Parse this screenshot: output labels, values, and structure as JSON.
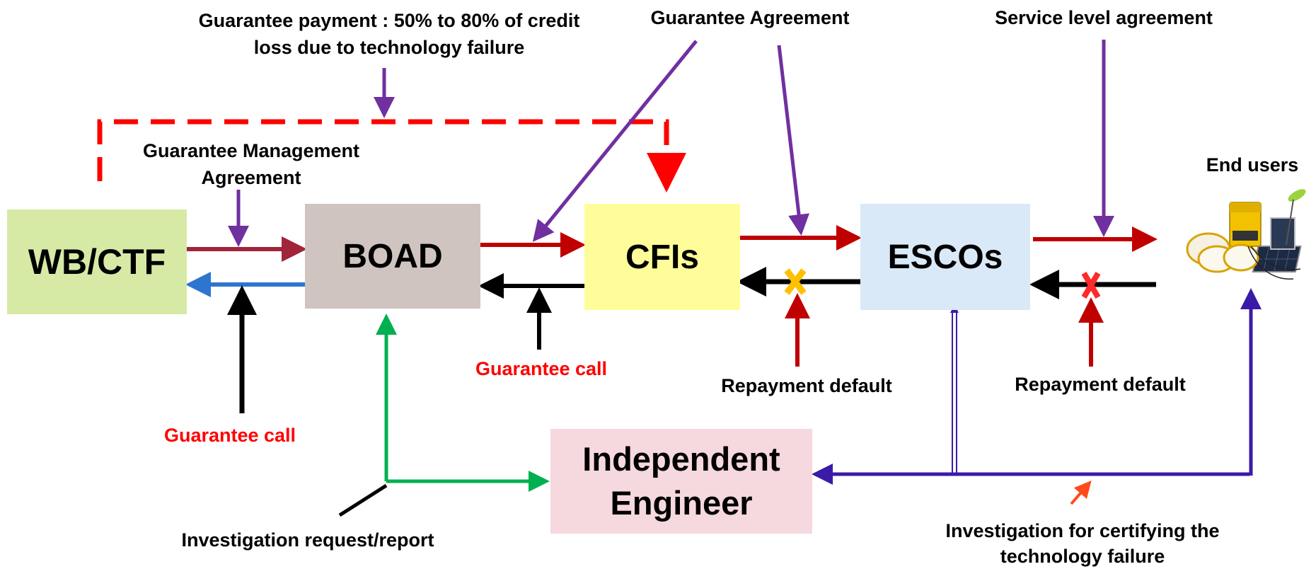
{
  "nodes": {
    "wb": "WB/CTF",
    "boad": "BOAD",
    "cfis": "CFIs",
    "escos": "ESCOs",
    "engineer_line1": "Independent",
    "engineer_line2": "Engineer"
  },
  "labels": {
    "guarantee_payment_line1": "Guarantee payment : 50% to 80% of credit",
    "guarantee_payment_line2": "loss  due to technology failure",
    "guarantee_agreement": "Guarantee Agreement",
    "service_level_agreement": "Service level  agreement",
    "end_users": "End users",
    "gma_line1": "Guarantee Management",
    "gma_line2": "Agreement",
    "guarantee_call_boad": "Guarantee call",
    "guarantee_call_wb": "Guarantee call",
    "repayment_default_cfis": "Repayment default",
    "repayment_default_escos": "Repayment default",
    "investigation_request": "Investigation request/report",
    "investigation_cert_line1": "Investigation for certifying the",
    "investigation_cert_line2": "technology failure"
  },
  "colors": {
    "wb_fill": "#d6eaa6",
    "boad_fill": "#cfc4bf",
    "cfis_fill": "#fffd99",
    "escos_fill": "#d9e9f7",
    "engineer_fill": "#f6d8df",
    "dashed_red": "#ff0000",
    "purple": "#7030a0",
    "dark_red": "#c00000",
    "blue": "#2e75d0",
    "green": "#00b050",
    "indigo": "#3a1aa8",
    "orange_x": "#ffc000",
    "red_x": "#ff0000"
  }
}
